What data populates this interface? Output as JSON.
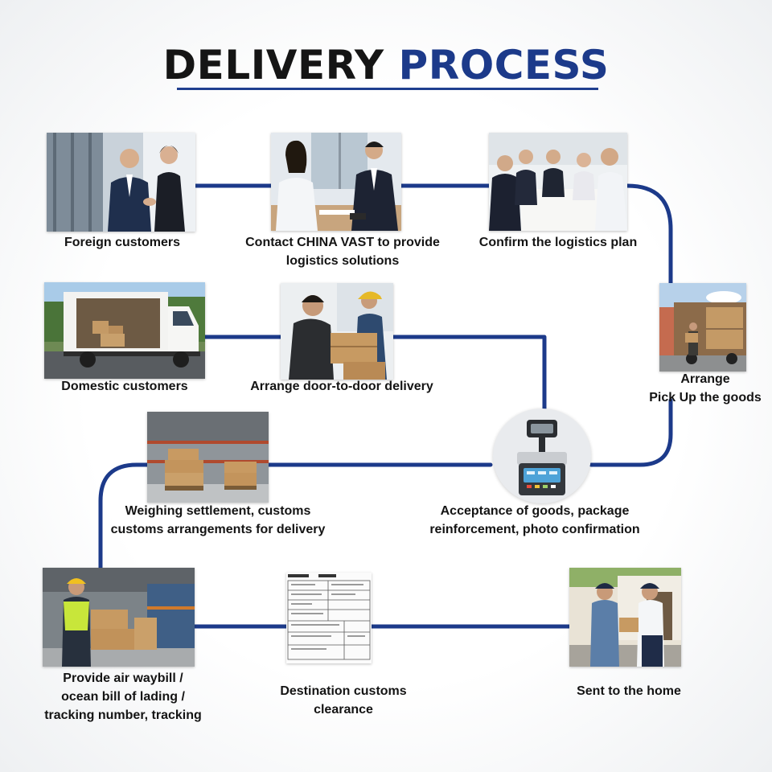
{
  "title": {
    "part1": "DELIVERY",
    "part2": "PROCESS"
  },
  "colors": {
    "title_dark": "#151515",
    "title_blue": "#1c3a8a",
    "connector": "#1c3a8a"
  },
  "steps": [
    {
      "id": "foreign-customers",
      "label": "Foreign customers",
      "image": "business-handshake-photo"
    },
    {
      "id": "contact",
      "label": "Contact CHINA VAST to provide\nlogistics solutions",
      "image": "office-consultation-photo"
    },
    {
      "id": "confirm-plan",
      "label": "Confirm the logistics plan",
      "image": "meeting-table-photo"
    },
    {
      "id": "arrange-pickup",
      "label": "Arrange\nPick Up the goods",
      "image": "truck-loading-photo"
    },
    {
      "id": "domestic-customers",
      "label": "Domestic customers",
      "image": "box-truck-photo"
    },
    {
      "id": "door-to-door",
      "label": "Arrange door-to-door delivery",
      "image": "package-handover-photo"
    },
    {
      "id": "acceptance",
      "label": "Acceptance of goods, package\nreinforcement, photo confirmation",
      "image": "weighing-scale-icon"
    },
    {
      "id": "weighing-settlement",
      "label": "Weighing settlement, customs\ncustoms arrangements for delivery",
      "image": "warehouse-pallets-photo"
    },
    {
      "id": "air-waybill",
      "label": "Provide air waybill /\nocean bill of lading /\ntracking number, tracking",
      "image": "warehouse-worker-photo"
    },
    {
      "id": "customs-clearance",
      "label": "Destination customs\nclearance",
      "image": "customs-document-photo"
    },
    {
      "id": "sent-home",
      "label": "Sent to the home",
      "image": "home-delivery-photo"
    }
  ]
}
